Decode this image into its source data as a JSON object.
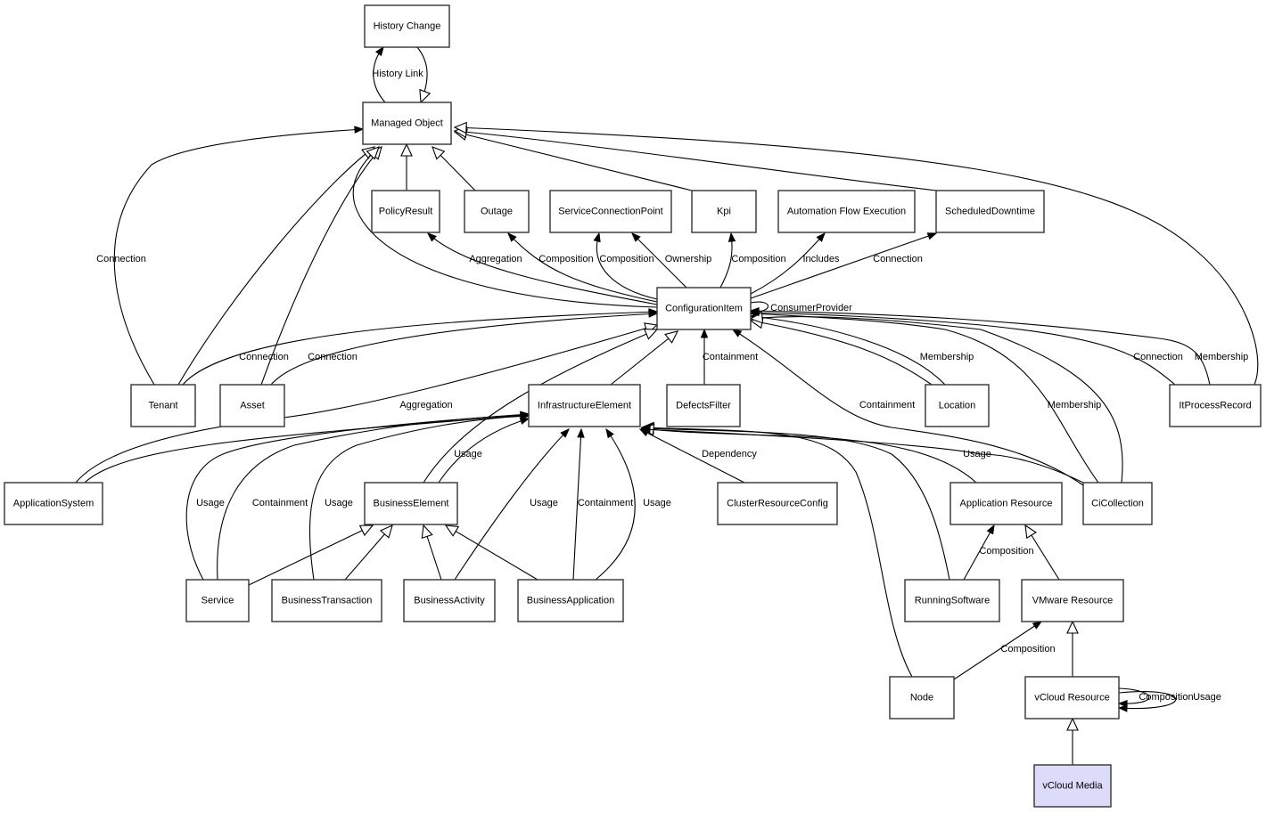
{
  "diagram": {
    "title": "Class relationship diagram",
    "highlight_color": "#dcdcfa",
    "nodes": [
      {
        "id": "history_change",
        "label": "History Change"
      },
      {
        "id": "managed_object",
        "label": "Managed Object"
      },
      {
        "id": "policy_result",
        "label": "PolicyResult"
      },
      {
        "id": "outage",
        "label": "Outage"
      },
      {
        "id": "service_connection_point",
        "label": "ServiceConnectionPoint"
      },
      {
        "id": "kpi",
        "label": "Kpi"
      },
      {
        "id": "automation_flow_execution",
        "label": "Automation Flow Execution"
      },
      {
        "id": "scheduled_downtime",
        "label": "ScheduledDowntime"
      },
      {
        "id": "configuration_item",
        "label": "ConfigurationItem"
      },
      {
        "id": "tenant",
        "label": "Tenant"
      },
      {
        "id": "asset",
        "label": "Asset"
      },
      {
        "id": "infrastructure_element",
        "label": "InfrastructureElement"
      },
      {
        "id": "defects_filter",
        "label": "DefectsFilter"
      },
      {
        "id": "location",
        "label": "Location"
      },
      {
        "id": "it_process_record",
        "label": "ItProcessRecord"
      },
      {
        "id": "application_system",
        "label": "ApplicationSystem"
      },
      {
        "id": "business_element",
        "label": "BusinessElement"
      },
      {
        "id": "cluster_resource_config",
        "label": "ClusterResourceConfig"
      },
      {
        "id": "application_resource",
        "label": "Application Resource"
      },
      {
        "id": "ci_collection",
        "label": "CiCollection"
      },
      {
        "id": "service",
        "label": "Service"
      },
      {
        "id": "business_transaction",
        "label": "BusinessTransaction"
      },
      {
        "id": "business_activity",
        "label": "BusinessActivity"
      },
      {
        "id": "business_application",
        "label": "BusinessApplication"
      },
      {
        "id": "running_software",
        "label": "RunningSoftware"
      },
      {
        "id": "vmware_resource",
        "label": "VMware Resource"
      },
      {
        "id": "node",
        "label": "Node"
      },
      {
        "id": "vcloud_resource",
        "label": "vCloud Resource"
      },
      {
        "id": "vcloud_media",
        "label": "vCloud Media",
        "highlight": true
      }
    ],
    "edges": [
      {
        "from": "managed_object",
        "to": "history_change",
        "label": "History Link",
        "kind": "association"
      },
      {
        "from": "history_change",
        "to": "managed_object",
        "label": "",
        "kind": "inheritance"
      },
      {
        "from": "tenant",
        "to": "managed_object",
        "label": "Connection",
        "kind": "association"
      },
      {
        "from": "tenant",
        "to": "managed_object",
        "label": "",
        "kind": "inheritance"
      },
      {
        "from": "asset",
        "to": "managed_object",
        "label": "",
        "kind": "inheritance"
      },
      {
        "from": "configuration_item",
        "to": "managed_object",
        "label": "",
        "kind": "inheritance"
      },
      {
        "from": "policy_result",
        "to": "managed_object",
        "label": "",
        "kind": "inheritance"
      },
      {
        "from": "outage",
        "to": "managed_object",
        "label": "",
        "kind": "inheritance"
      },
      {
        "from": "kpi",
        "to": "managed_object",
        "label": "",
        "kind": "inheritance"
      },
      {
        "from": "scheduled_downtime",
        "to": "managed_object",
        "label": "",
        "kind": "inheritance"
      },
      {
        "from": "it_process_record",
        "to": "managed_object",
        "label": "",
        "kind": "inheritance"
      },
      {
        "from": "configuration_item",
        "to": "policy_result",
        "label": "Aggregation",
        "kind": "association"
      },
      {
        "from": "configuration_item",
        "to": "outage",
        "label": "Composition",
        "kind": "association"
      },
      {
        "from": "configuration_item",
        "to": "service_connection_point",
        "label": "Composition",
        "kind": "association"
      },
      {
        "from": "configuration_item",
        "to": "service_connection_point",
        "label": "Ownership",
        "kind": "association"
      },
      {
        "from": "configuration_item",
        "to": "kpi",
        "label": "Composition",
        "kind": "association"
      },
      {
        "from": "configuration_item",
        "to": "automation_flow_execution",
        "label": "Includes",
        "kind": "association"
      },
      {
        "from": "configuration_item",
        "to": "scheduled_downtime",
        "label": "Connection",
        "kind": "association"
      },
      {
        "from": "configuration_item",
        "to": "configuration_item",
        "label": "ConsumerProvider",
        "kind": "association"
      },
      {
        "from": "tenant",
        "to": "configuration_item",
        "label": "Connection",
        "kind": "association"
      },
      {
        "from": "asset",
        "to": "configuration_item",
        "label": "Connection",
        "kind": "association"
      },
      {
        "from": "application_system",
        "to": "configuration_item",
        "label": "",
        "kind": "inheritance"
      },
      {
        "from": "application_system",
        "to": "infrastructure_element",
        "label": "Aggregation",
        "kind": "association"
      },
      {
        "from": "infrastructure_element",
        "to": "configuration_item",
        "label": "",
        "kind": "inheritance"
      },
      {
        "from": "business_element",
        "to": "configuration_item",
        "label": "",
        "kind": "inheritance"
      },
      {
        "from": "defects_filter",
        "to": "configuration_item",
        "label": "Containment",
        "kind": "association"
      },
      {
        "from": "location",
        "to": "configuration_item",
        "label": "",
        "kind": "inheritance"
      },
      {
        "from": "location",
        "to": "configuration_item",
        "label": "Membership",
        "kind": "association"
      },
      {
        "from": "ci_collection",
        "to": "configuration_item",
        "label": "Containment",
        "kind": "association"
      },
      {
        "from": "ci_collection",
        "to": "configuration_item",
        "label": "Membership",
        "kind": "association"
      },
      {
        "from": "ci_collection",
        "to": "configuration_item",
        "label": "",
        "kind": "inheritance"
      },
      {
        "from": "it_process_record",
        "to": "configuration_item",
        "label": "Connection",
        "kind": "association"
      },
      {
        "from": "it_process_record",
        "to": "configuration_item",
        "label": "Membership",
        "kind": "association"
      },
      {
        "from": "service",
        "to": "infrastructure_element",
        "label": "Usage",
        "kind": "association"
      },
      {
        "from": "service",
        "to": "infrastructure_element",
        "label": "Containment",
        "kind": "association"
      },
      {
        "from": "business_transaction",
        "to": "infrastructure_element",
        "label": "Usage",
        "kind": "association"
      },
      {
        "from": "business_element",
        "to": "infrastructure_element",
        "label": "Usage",
        "kind": "association"
      },
      {
        "from": "business_activity",
        "to": "infrastructure_element",
        "label": "Usage",
        "kind": "association"
      },
      {
        "from": "business_application",
        "to": "infrastructure_element",
        "label": "Containment",
        "kind": "association"
      },
      {
        "from": "business_application",
        "to": "infrastructure_element",
        "label": "Usage",
        "kind": "association"
      },
      {
        "from": "cluster_resource_config",
        "to": "infrastructure_element",
        "label": "Dependency",
        "kind": "association"
      },
      {
        "from": "node",
        "to": "infrastructure_element",
        "label": "",
        "kind": "inheritance"
      },
      {
        "from": "running_software",
        "to": "infrastructure_element",
        "label": "",
        "kind": "inheritance"
      },
      {
        "from": "application_resource",
        "to": "infrastructure_element",
        "label": "",
        "kind": "inheritance"
      },
      {
        "from": "ci_collection",
        "to": "infrastructure_element",
        "label": "Usage",
        "kind": "association"
      },
      {
        "from": "service",
        "to": "business_element",
        "label": "",
        "kind": "inheritance"
      },
      {
        "from": "business_transaction",
        "to": "business_element",
        "label": "",
        "kind": "inheritance"
      },
      {
        "from": "business_activity",
        "to": "business_element",
        "label": "",
        "kind": "inheritance"
      },
      {
        "from": "business_application",
        "to": "business_element",
        "label": "",
        "kind": "inheritance"
      },
      {
        "from": "running_software",
        "to": "application_resource",
        "label": "Composition",
        "kind": "association"
      },
      {
        "from": "vmware_resource",
        "to": "application_resource",
        "label": "",
        "kind": "inheritance"
      },
      {
        "from": "node",
        "to": "vmware_resource",
        "label": "Composition",
        "kind": "association"
      },
      {
        "from": "vcloud_resource",
        "to": "vmware_resource",
        "label": "",
        "kind": "inheritance"
      },
      {
        "from": "vcloud_resource",
        "to": "vcloud_resource",
        "label": "Composition",
        "kind": "association"
      },
      {
        "from": "vcloud_resource",
        "to": "vcloud_resource",
        "label": "Usage",
        "kind": "association"
      },
      {
        "from": "vcloud_media",
        "to": "vcloud_resource",
        "label": "",
        "kind": "inheritance"
      }
    ]
  }
}
